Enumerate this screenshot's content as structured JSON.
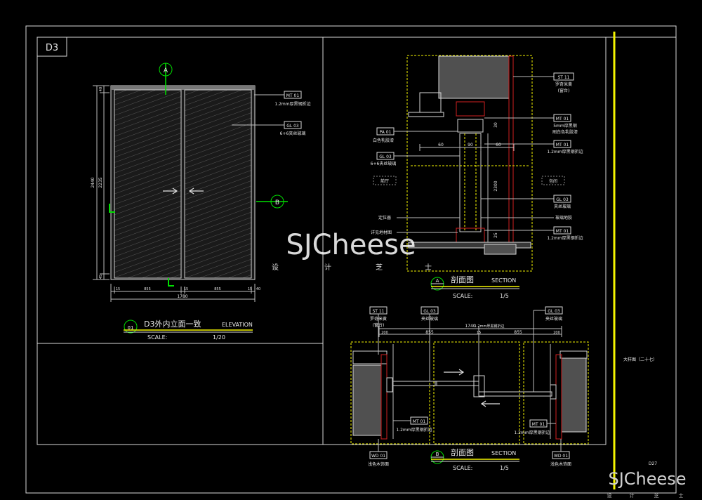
{
  "sheet": {
    "panel_id": "D3",
    "side_note": "大样图（二十七）",
    "side_mark": "D27"
  },
  "elevation": {
    "title": "D3外内立面一致",
    "title_en": "ELEVATION",
    "number": "01",
    "scale_label": "SCALE:",
    "scale_value": "1/20",
    "marker_a": "A",
    "marker_b": "B",
    "dim_total_h": "2440",
    "dim_inner_h": "2235",
    "dim_top": "40",
    "dim_bottom": "45",
    "dims_bottom": [
      "15",
      "855",
      "15",
      "855",
      "15",
      "40"
    ],
    "dim_total_w": "1780",
    "tags": [
      {
        "code": "MT 01",
        "note": "1.2mm厚黑钢折边"
      },
      {
        "code": "GL 03",
        "note": "6+6夹丝玻璃"
      }
    ]
  },
  "section_a": {
    "title": "剖面图",
    "title_en": "SECTION",
    "marker": "A",
    "scale_label": "SCALE:",
    "scale_value": "1/5",
    "room_left": "前厅",
    "room_right": "包间",
    "dims": [
      "60",
      "90",
      "60",
      "2300",
      "30",
      "25"
    ],
    "tags_right": [
      {
        "code": "ST 11",
        "note": "罗奇米黄",
        "note2": "(窗台)"
      },
      {
        "code": "MT 01",
        "note": "5mm厚黑钢",
        "note2": "刷白色乳胶漆"
      },
      {
        "code": "MT 01",
        "note": "1.2mm厚黑钢折边",
        "note2": ""
      },
      {
        "code": "GL 03",
        "note": "夹丝玻璃",
        "note2": ""
      },
      {
        "code": "",
        "note": "玻璃地胶",
        "note2": ""
      },
      {
        "code": "MT 01",
        "note": "1.2mm厚黑钢折边",
        "note2": ""
      }
    ],
    "tags_left": [
      {
        "code": "PA 01",
        "note": "白色乳胶漆"
      },
      {
        "code": "GL 03",
        "note": "6+6夹丝玻璃"
      },
      {
        "code": "",
        "note": "定位器"
      },
      {
        "code": "",
        "note": "详见地材图"
      }
    ]
  },
  "section_b": {
    "title": "剖面图",
    "title_en": "SECTION",
    "marker": "B",
    "scale_label": "SCALE:",
    "scale_value": "1/5",
    "dims_top": [
      "855",
      "1740",
      "855"
    ],
    "dims_small": [
      "200",
      "15",
      "200"
    ],
    "tags_top": [
      {
        "code": "ST 11",
        "note": "罗奇米黄",
        "note2": "(窗台)"
      },
      {
        "code": "GL 03",
        "note": "夹丝玻璃",
        "note2": ""
      },
      {
        "code": "GL 03",
        "note": "夹丝玻璃",
        "note2": ""
      }
    ],
    "tags_mid": [
      {
        "code": "MT 01",
        "note": "1.2mm厚黑钢折边"
      },
      {
        "code": "MT 01",
        "note": "1.2mm厚黑钢折边"
      },
      {
        "code": "",
        "note": "1.2mm厚黑钢折边"
      }
    ],
    "tags_bottom": [
      {
        "code": "WD 01",
        "note": "浅色木饰面"
      },
      {
        "code": "WD 01",
        "note": "浅色木饰面"
      }
    ]
  },
  "watermark": {
    "brand": "SJCheese",
    "sub": [
      "设",
      "计",
      "芝",
      "士"
    ]
  },
  "colors": {
    "background": "#000000",
    "line": "#e6e6e6",
    "yellow": "#f5f500",
    "green": "#00e000",
    "red": "#d02020",
    "gray_fill": "#505050"
  }
}
